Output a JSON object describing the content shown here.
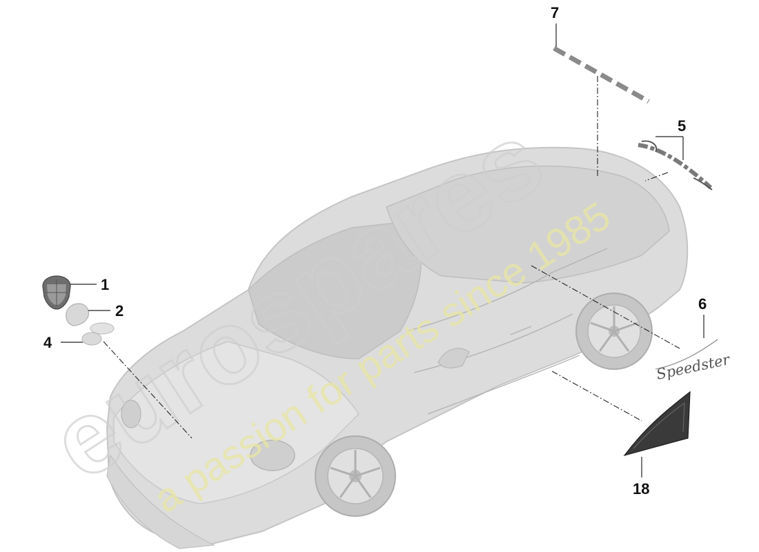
{
  "callouts": [
    {
      "id": "c1",
      "label": "1"
    },
    {
      "id": "c2",
      "label": "2"
    },
    {
      "id": "c4",
      "label": "4"
    },
    {
      "id": "c5",
      "label": "5"
    },
    {
      "id": "c6",
      "label": "6"
    },
    {
      "id": "c7",
      "label": "7"
    },
    {
      "id": "c18",
      "label": "18"
    }
  ],
  "badge_text": "Speedster",
  "watermark": {
    "brand": "eurospares",
    "tagline": "a passion for parts since 1985"
  }
}
